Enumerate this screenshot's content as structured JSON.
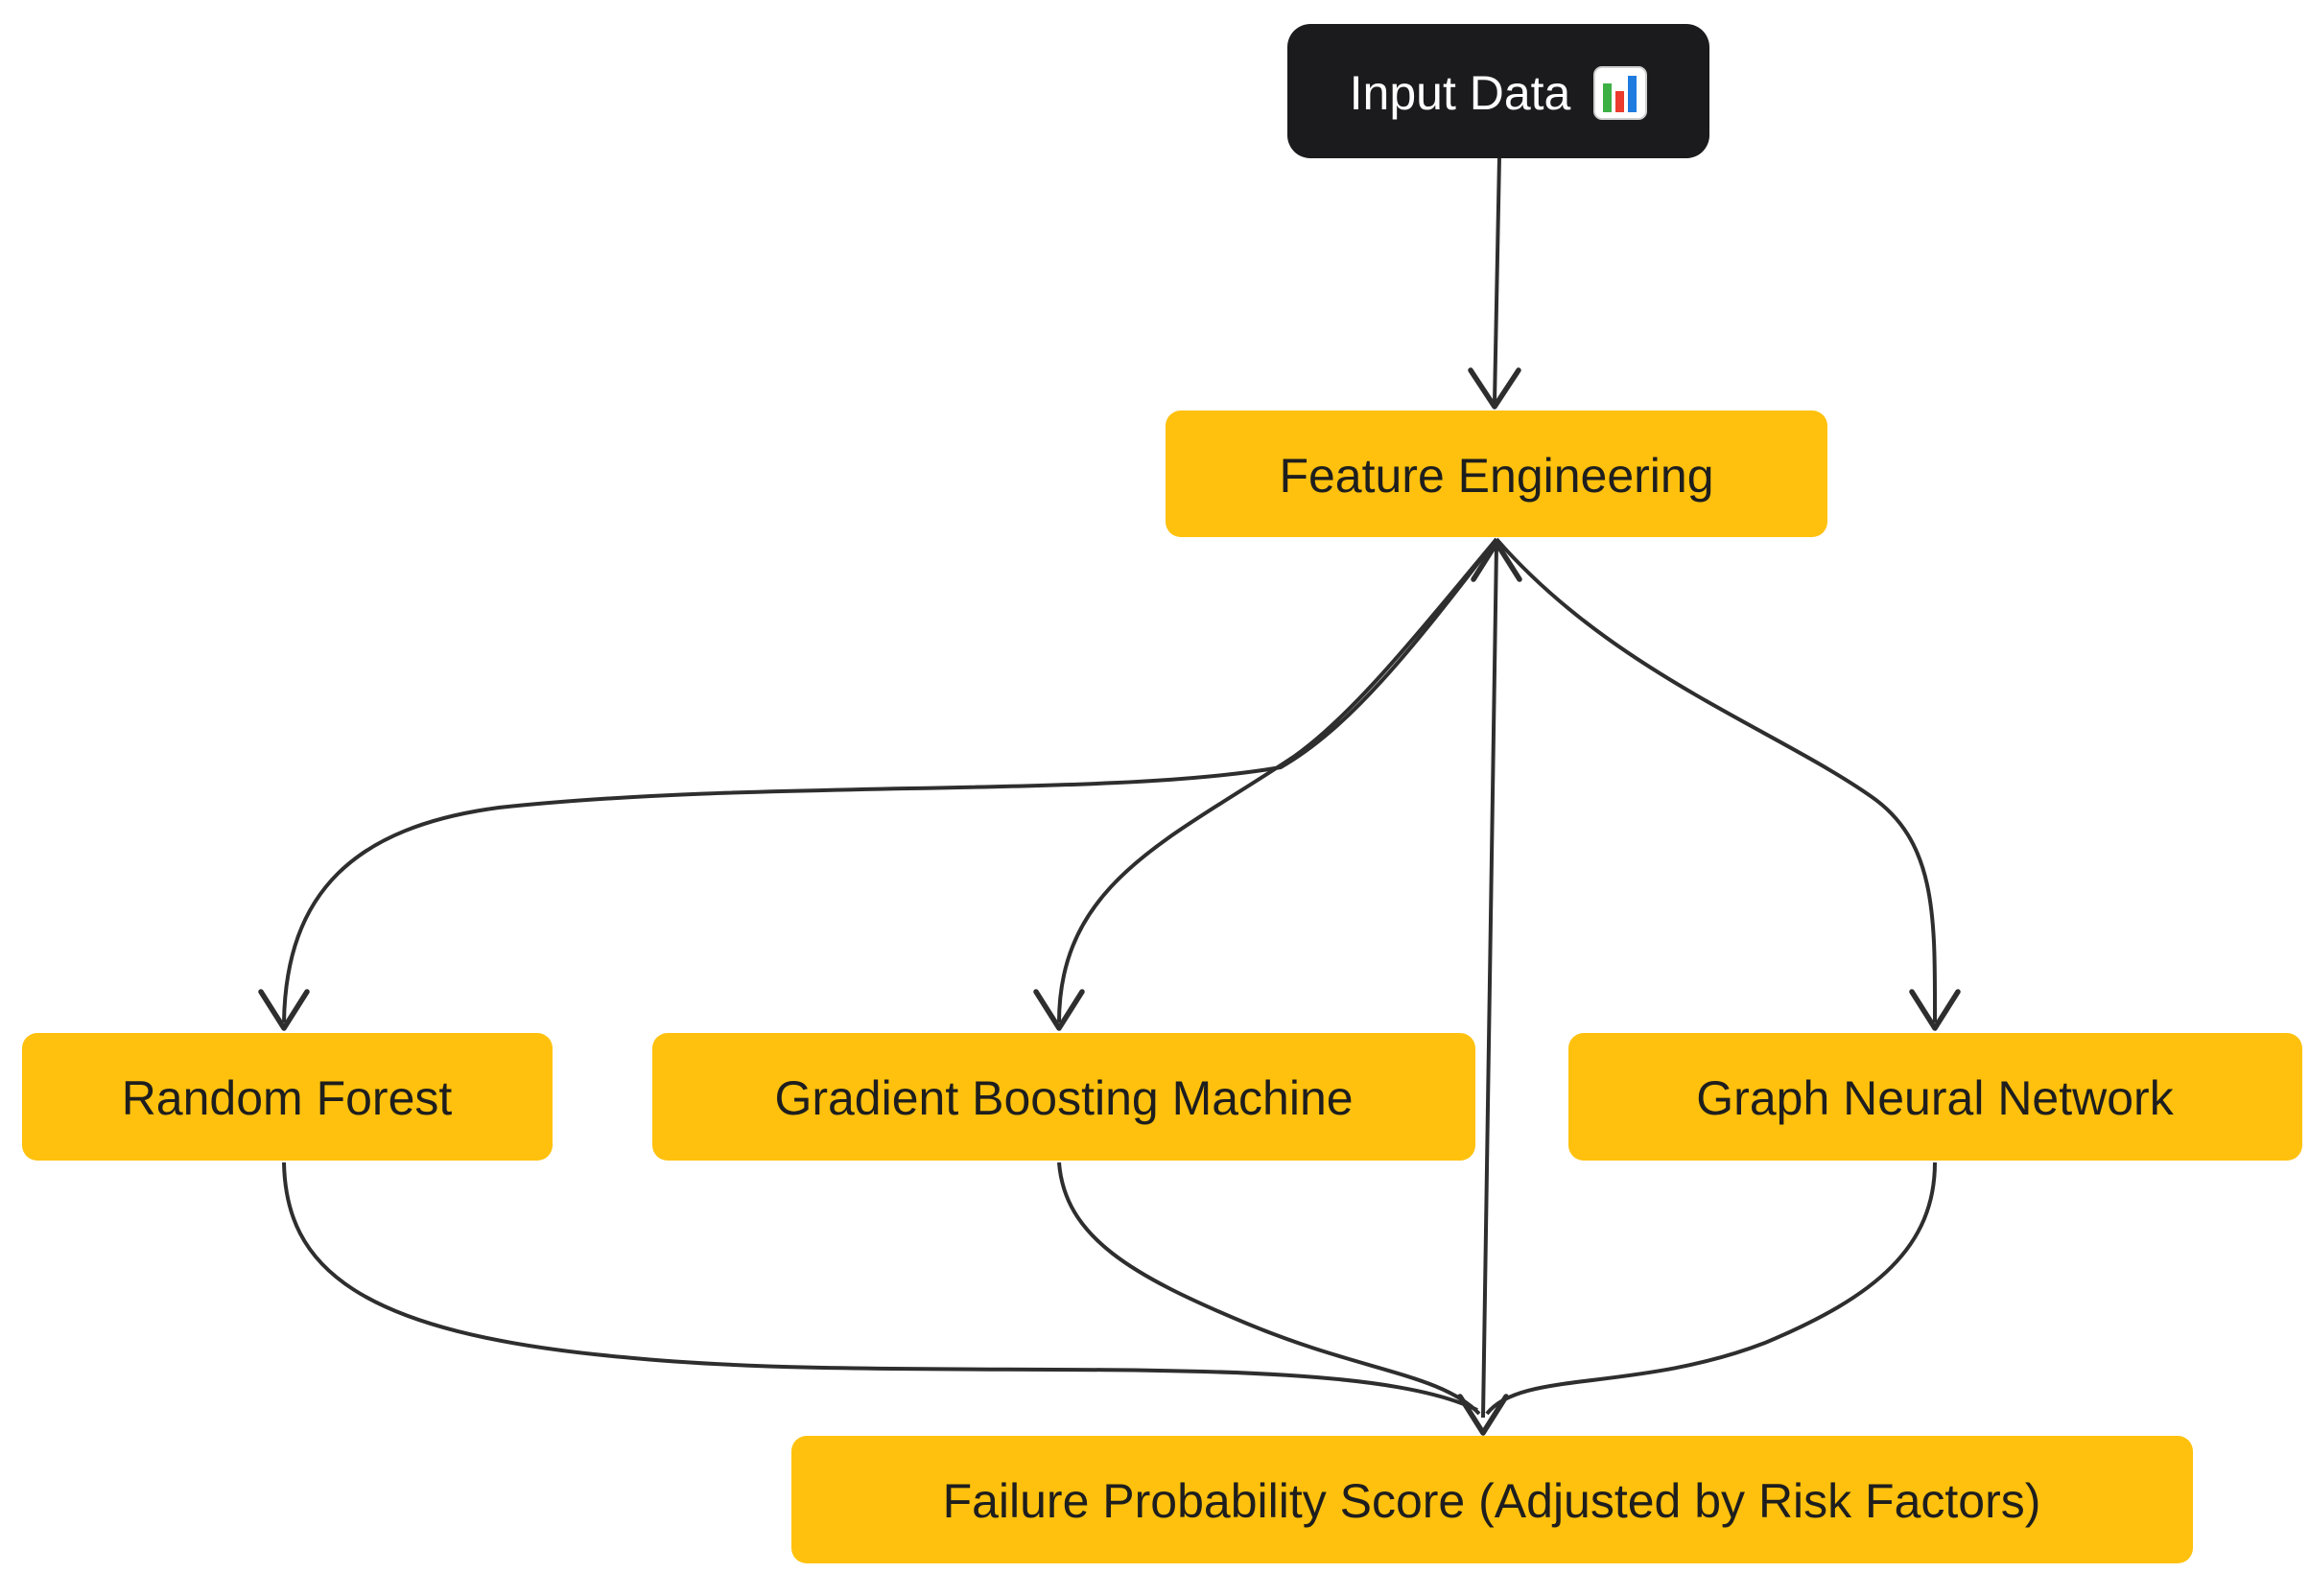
{
  "diagram": {
    "type": "flowchart",
    "direction": "top-down",
    "background": "#FFFFFF",
    "nodes": {
      "input": {
        "label": "Input Data",
        "icon": "bar-chart",
        "shape": "rounded-rectangle",
        "style": "dark"
      },
      "feature": {
        "label": "Feature Engineering",
        "shape": "rounded-rectangle",
        "style": "gold"
      },
      "rf": {
        "label": "Random Forest",
        "shape": "rounded-rectangle",
        "style": "gold"
      },
      "gbm": {
        "label": "Gradient Boosting Machine",
        "shape": "rounded-rectangle",
        "style": "gold"
      },
      "gnn": {
        "label": "Graph Neural Network",
        "shape": "rounded-rectangle",
        "style": "gold"
      },
      "score": {
        "label": "Failure Probability Score (Adjusted by Risk Factors)",
        "shape": "rounded-rectangle",
        "style": "gold"
      }
    },
    "edges": [
      {
        "from": "Input Data",
        "to": "Feature Engineering"
      },
      {
        "from": "Feature Engineering",
        "to": "Random Forest"
      },
      {
        "from": "Feature Engineering",
        "to": "Gradient Boosting Machine"
      },
      {
        "from": "Feature Engineering",
        "to": "Graph Neural Network"
      },
      {
        "from": "Random Forest",
        "to": "Failure Probability Score (Adjusted by Risk Factors)"
      },
      {
        "from": "Gradient Boosting Machine",
        "to": "Failure Probability Score (Adjusted by Risk Factors)"
      },
      {
        "from": "Graph Neural Network",
        "to": "Failure Probability Score (Adjusted by Risk Factors)"
      },
      {
        "from": "Feature Engineering",
        "to": "Failure Probability Score (Adjusted by Risk Factors)",
        "bidirectional": true
      }
    ],
    "colors": {
      "node_fill": "#FFC10D",
      "dark_fill": "#1B1B1E",
      "edge_stroke": "#2E2E2E",
      "text_dark": "#1E1E1E",
      "text_light": "#FFFFFF",
      "icon_panel": "#FFFFFF",
      "icon_bar_green": "#3CB043",
      "icon_bar_red": "#EA3B2E",
      "icon_bar_blue": "#1E7BE0",
      "bg": "#FFFFFF"
    }
  }
}
